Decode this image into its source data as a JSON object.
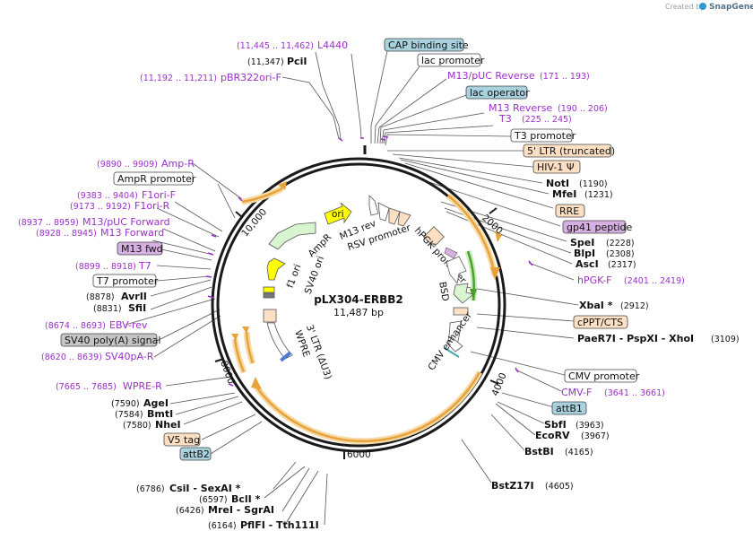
{
  "header": {
    "credit": "Created by",
    "brand": "SnapGene"
  },
  "plasmid": {
    "name": "pLX304-ERBB2",
    "size": "11,487 bp"
  },
  "ticks": [
    "2000",
    "4000",
    "6000",
    "8000",
    "10,000"
  ],
  "enzymes": {
    "pcii": {
      "name": "PciI",
      "pos": "(11,347)"
    },
    "noti": {
      "name": "NotI",
      "pos": "(1190)"
    },
    "mfei": {
      "name": "MfeI",
      "pos": "(1231)"
    },
    "spei": {
      "name": "SpeI",
      "pos": "(2228)"
    },
    "blpi": {
      "name": "BlpI",
      "pos": "(2308)"
    },
    "asci": {
      "name": "AscI",
      "pos": "(2317)"
    },
    "xbai": {
      "name": "XbaI *",
      "pos": "(2912)"
    },
    "paer7i": {
      "name": "PaeR7I - PspXI - XhoI",
      "pos": "(3109)"
    },
    "sbfi": {
      "name": "SbfI",
      "pos": "(3963)"
    },
    "ecorv": {
      "name": "EcoRV",
      "pos": "(3967)"
    },
    "bstbi": {
      "name": "BstBI",
      "pos": "(4165)"
    },
    "bstz17i": {
      "name": "BstZ17I",
      "pos": "(4605)"
    },
    "avrii": {
      "name": "AvrII",
      "pos": "(8878)"
    },
    "sfii": {
      "name": "SfiI",
      "pos": "(8831)"
    },
    "agei": {
      "name": "AgeI",
      "pos": "(7590)"
    },
    "bmti": {
      "name": "BmtI",
      "pos": "(7584)"
    },
    "nhei": {
      "name": "NheI",
      "pos": "(7580)"
    },
    "csii": {
      "name": "CsiI - SexAI *",
      "pos": "(6786)"
    },
    "bcli": {
      "name": "BclI *",
      "pos": "(6597)"
    },
    "mrei": {
      "name": "MreI - SgrAI",
      "pos": "(6426)"
    },
    "pflfi": {
      "name": "PflFI - Tth111I",
      "pos": "(6164)"
    }
  },
  "primers": {
    "l4440": {
      "name": "L4440",
      "pos": "(11,445 .. 11,462)"
    },
    "pbr322": {
      "name": "pBR322ori-F",
      "pos": "(11,192 .. 11,211)"
    },
    "m13puc_rev": {
      "name": "M13/pUC Reverse",
      "pos": "(171 .. 193)"
    },
    "m13_rev": {
      "name": "M13 Reverse",
      "pos": "(190 .. 206)"
    },
    "t3": {
      "name": "T3",
      "pos": "(225 .. 245)"
    },
    "hpgk_f": {
      "name": "hPGK-F",
      "pos": "(2401 .. 2419)"
    },
    "cmv_f": {
      "name": "CMV-F",
      "pos": "(3641 .. 3661)"
    },
    "amp_r": {
      "name": "Amp-R",
      "pos": "(9890 .. 9909)"
    },
    "f1ori_f": {
      "name": "F1ori-F",
      "pos": "(9383 .. 9404)"
    },
    "f1ori_r": {
      "name": "F1ori-R",
      "pos": "(9173 .. 9192)"
    },
    "m13puc_fwd": {
      "name": "M13/pUC Forward",
      "pos": "(8937 .. 8959)"
    },
    "m13_fwd": {
      "name": "M13 Forward",
      "pos": "(8928 .. 8945)"
    },
    "t7": {
      "name": "T7",
      "pos": "(8899 .. 8918)"
    },
    "ebv_rev": {
      "name": "EBV-rev",
      "pos": "(8674 .. 8693)"
    },
    "sv40pa_r": {
      "name": "SV40pA-R",
      "pos": "(8620 .. 8639)"
    },
    "wpre_r": {
      "name": "WPRE-R",
      "pos": "(7665 .. 7685)"
    }
  },
  "boxes": {
    "cap": "CAP binding site",
    "lacprom": "lac promoter",
    "lacop": "lac operator",
    "t3prom": "T3 promoter",
    "ltr5": "5' LTR (truncated)",
    "hiv": "HIV-1 Ψ",
    "rre": "RRE",
    "gp41": "gp41 peptide",
    "cppt": "cPPT/CTS",
    "cmvprom": "CMV promoter",
    "attb1": "attB1",
    "ampr_prom": "AmpR promoter",
    "m13fwd": "M13 fwd",
    "t7prom": "T7 promoter",
    "sv40polya": "SV40 poly(A) signal",
    "v5": "V5 tag",
    "attb2": "attB2"
  },
  "features": {
    "ori": "ori",
    "ampr": "AmpR",
    "f1ori": "f1 ori",
    "sv40ori": "SV40 ori",
    "m13rev": "M13 rev",
    "rsv": "RSV promoter",
    "hpgk": "hPGK promoter",
    "bsd": "BSD",
    "cmvenh": "CMV enhancer",
    "ltr3": "3' LTR (ΔU3)",
    "wpre": "WPRE"
  },
  "colors": {
    "backbone": "#1a1a1a",
    "primer": "#9b30c8",
    "orf": "#e8a23a",
    "orf_glow": "#f6dba8",
    "feature_yellow": "#ffff00",
    "feature_green": "#d9f5d0",
    "feature_peach": "#fde0c4",
    "box_blue": "#a8d2de",
    "box_purple": "#d7b0e3",
    "box_peach": "#fde0c4",
    "box_gray": "#c5c5c5"
  }
}
